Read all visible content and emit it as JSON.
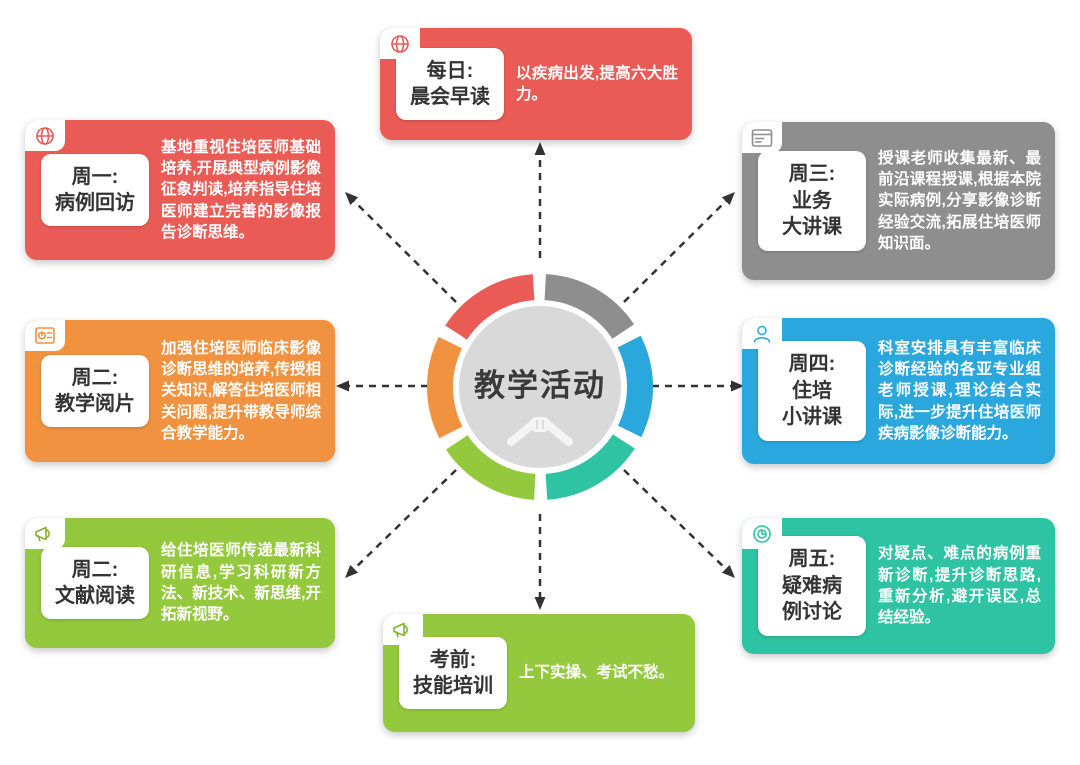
{
  "hub": {
    "title": "教学活动",
    "icon": "handshake-icon",
    "fill_color": "#D9D9D9",
    "title_color": "#3A3A3A",
    "ring_segments": [
      {
        "position": "top-right",
        "color": "#8E8E8E"
      },
      {
        "position": "right",
        "color": "#2AA8DE"
      },
      {
        "position": "bottom-right",
        "color": "#2EC3A3"
      },
      {
        "position": "bottom",
        "color": "#94C93D"
      },
      {
        "position": "left",
        "color": "#F0923F"
      },
      {
        "position": "top-left",
        "color": "#EB5B56"
      }
    ]
  },
  "arrows": {
    "color": "#333333",
    "style": "dashed",
    "count": 8
  },
  "cards": [
    {
      "id": "daily-morning-reading",
      "position": "top",
      "color": "#EB5B56",
      "icon": "globe-icon",
      "title": "每日:\n晨会早读",
      "desc": "以疾病出发,提高六大胜力。"
    },
    {
      "id": "monday-case-review",
      "position": "top-left",
      "color": "#EB5B56",
      "icon": "globe-icon",
      "title": "周一:\n病例回访",
      "desc": "基地重视住培医师基础培养,开展典型病例影像征象判读,培养指导住培医师建立完善的影像报告诊断思维。"
    },
    {
      "id": "tuesday-teaching-film-reading",
      "position": "left",
      "color": "#F0923F",
      "icon": "clock-document-icon",
      "title": "周二:\n教学阅片",
      "desc": "加强住培医师临床影像诊断思维的培养,传授相关知识,解答住培医师相关问题,提升带教导师综合教学能力。"
    },
    {
      "id": "tuesday-literature-reading",
      "position": "bottom-left",
      "color": "#94C93D",
      "icon": "megaphone-icon",
      "title": "周二:\n文献阅读",
      "desc": "给住培医师传递最新科研信息,学习科研新方法、新技术、新思维,开拓新视野。"
    },
    {
      "id": "pre-exam-skills-training",
      "position": "bottom",
      "color": "#94C93D",
      "icon": "megaphone-icon",
      "title": "考前:\n技能培训",
      "desc": "上下实操、考试不愁。"
    },
    {
      "id": "wednesday-business-lecture",
      "position": "top-right",
      "color": "#8E8E8E",
      "icon": "browser-window-icon",
      "title": "周三:\n业务\n大讲课",
      "desc": "授课老师收集最新、最前沿课程授课,根据本院实际病例,分享影像诊断经验交流,拓展住培医师知识面。"
    },
    {
      "id": "thursday-resident-mini-lecture",
      "position": "right",
      "color": "#2AA8DE",
      "icon": "person-icon",
      "title": "周四:\n住培\n小讲课",
      "desc": "科室安排具有丰富临床诊断经验的各亚专业组老师授课,理论结合实际,进一步提升住培医师疾病影像诊断能力。"
    },
    {
      "id": "friday-difficult-case-discussion",
      "position": "bottom-right",
      "color": "#2EC3A3",
      "icon": "target-clock-icon",
      "title": "周五:\n疑难病\n例讨论",
      "desc": "对疑点、难点的病例重新诊断,提升诊断思路,重新分析,避开误区,总结经验。"
    }
  ]
}
